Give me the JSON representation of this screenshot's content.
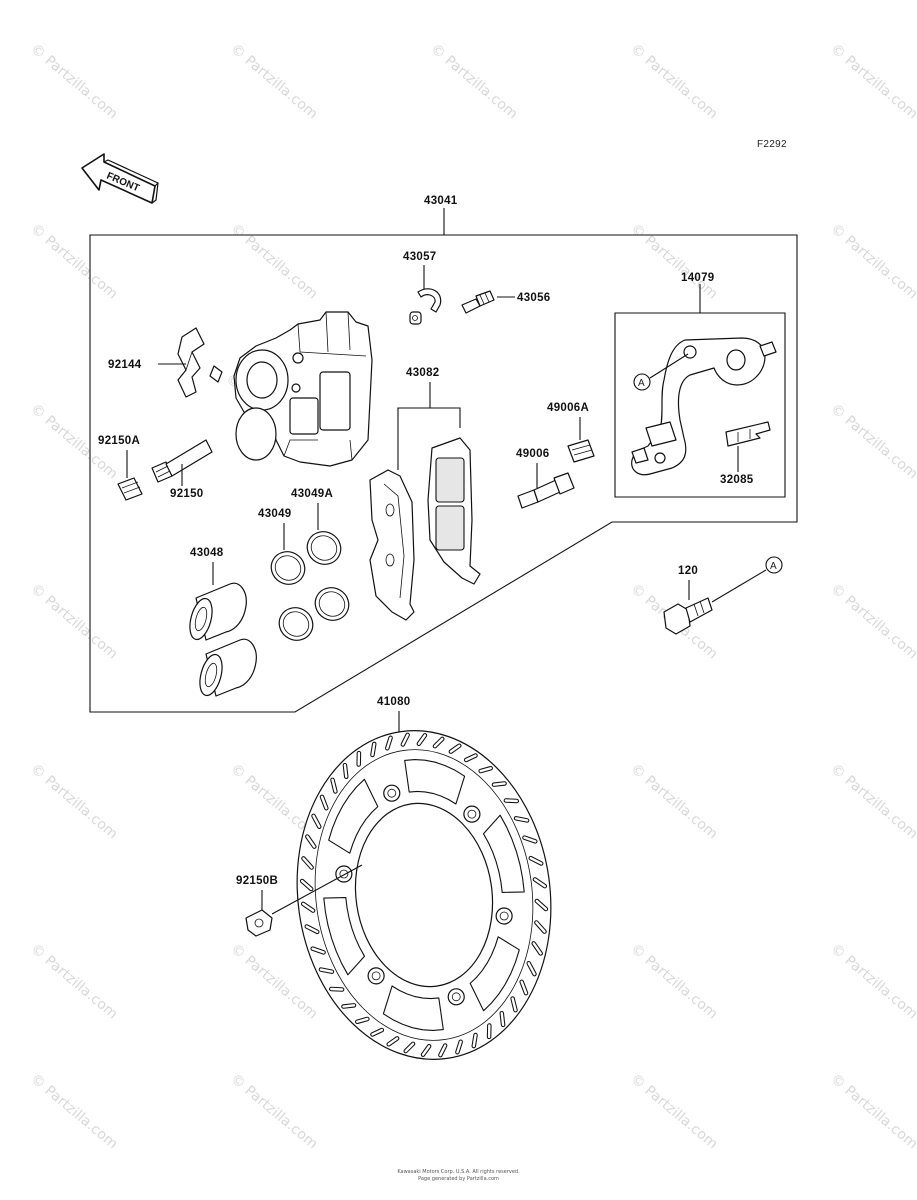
{
  "figure_code": "F2292",
  "front_arrow_label": "FRONT",
  "parts": {
    "p43041": "43041",
    "p43057": "43057",
    "p43056": "43056",
    "p14079": "14079",
    "p92144": "92144",
    "p43082": "43082",
    "p49006A": "49006A",
    "p49006": "49006",
    "p92150A": "92150A",
    "p92150": "92150",
    "p43049A": "43049A",
    "p43049": "43049",
    "p32085": "32085",
    "p43048": "43048",
    "p120": "120",
    "p41080": "41080",
    "p92150B": "92150B"
  },
  "reference_marker": "A",
  "watermark_text": "© Partzilla.com",
  "footer": {
    "line1": "Kawasaki Motors Corp. U.S.A. All rights reserved.",
    "line2": "Page generated by Partzilla.com"
  }
}
